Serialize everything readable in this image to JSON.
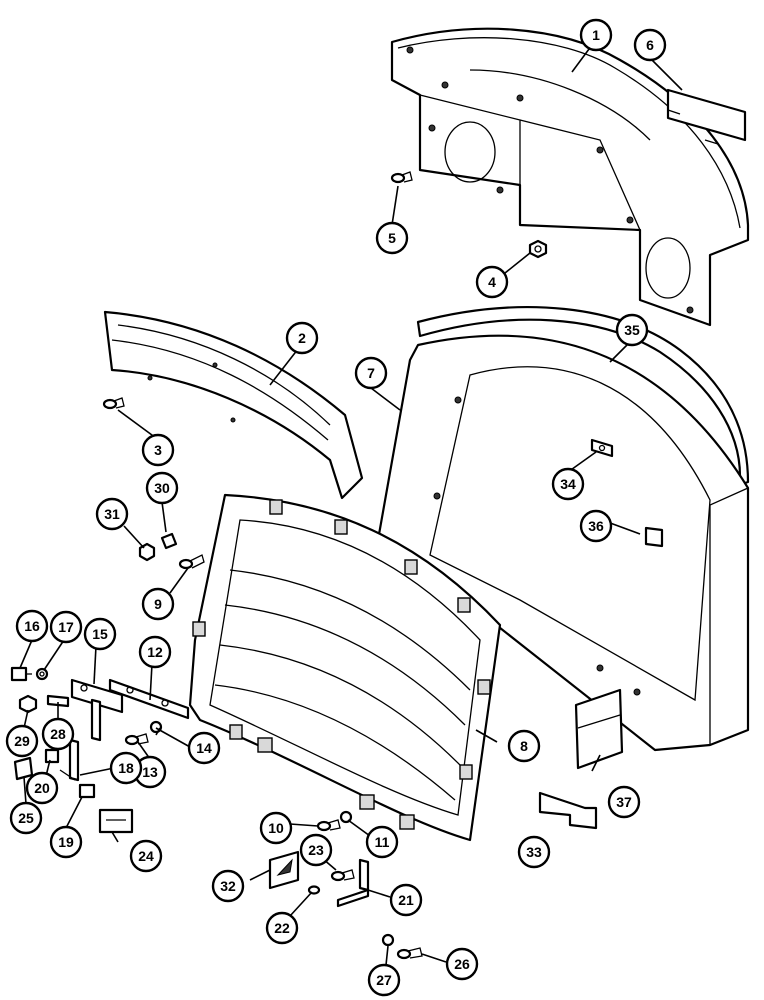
{
  "callouts": [
    {
      "label": "1"
    },
    {
      "label": "2"
    },
    {
      "label": "3"
    },
    {
      "label": "4"
    },
    {
      "label": "5"
    },
    {
      "label": "6"
    },
    {
      "label": "7"
    },
    {
      "label": "8"
    },
    {
      "label": "9"
    },
    {
      "label": "10"
    },
    {
      "label": "11"
    },
    {
      "label": "12"
    },
    {
      "label": "13"
    },
    {
      "label": "14"
    },
    {
      "label": "15"
    },
    {
      "label": "16"
    },
    {
      "label": "17"
    },
    {
      "label": "18"
    },
    {
      "label": "19"
    },
    {
      "label": "20"
    },
    {
      "label": "21"
    },
    {
      "label": "22"
    },
    {
      "label": "23"
    },
    {
      "label": "24"
    },
    {
      "label": "25"
    },
    {
      "label": "26"
    },
    {
      "label": "27"
    },
    {
      "label": "28"
    },
    {
      "label": "29"
    },
    {
      "label": "30"
    },
    {
      "label": "31"
    },
    {
      "label": "32"
    },
    {
      "label": "33"
    },
    {
      "label": "34"
    },
    {
      "label": "35"
    },
    {
      "label": "36"
    },
    {
      "label": "37"
    }
  ],
  "colors": {
    "line": "#000000",
    "background": "#ffffff",
    "shade": "#d9d9d9"
  }
}
